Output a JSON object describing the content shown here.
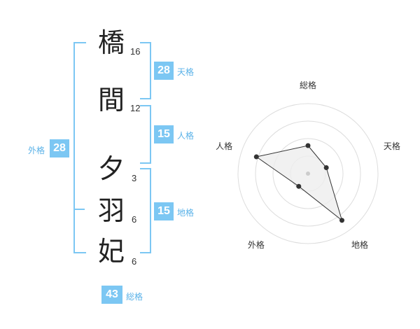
{
  "name": {
    "characters": [
      {
        "char": "橋",
        "strokes": "16"
      },
      {
        "char": "間",
        "strokes": "12"
      },
      {
        "char": "夕",
        "strokes": "3"
      },
      {
        "char": "羽",
        "strokes": "6"
      },
      {
        "char": "妃",
        "strokes": "6"
      }
    ]
  },
  "fortunes": {
    "tenkaku": {
      "value": "28",
      "label": "天格"
    },
    "jinkaku": {
      "value": "15",
      "label": "人格"
    },
    "chikaku": {
      "value": "15",
      "label": "地格"
    },
    "gaikaku": {
      "value": "28",
      "label": "外格"
    },
    "soukaku": {
      "value": "43",
      "label": "総格"
    }
  },
  "colors": {
    "accent": "#7cc7f3",
    "label": "#5ab2e8",
    "radar_fill": "#eeeeee",
    "ring": "#dddddd"
  },
  "chart_data": {
    "type": "radar",
    "axes": [
      "総格",
      "天格",
      "地格",
      "外格",
      "人格"
    ],
    "max": 4,
    "values": [
      1.6,
      1.1,
      3.3,
      0.9,
      3.1
    ],
    "rings": 4
  }
}
